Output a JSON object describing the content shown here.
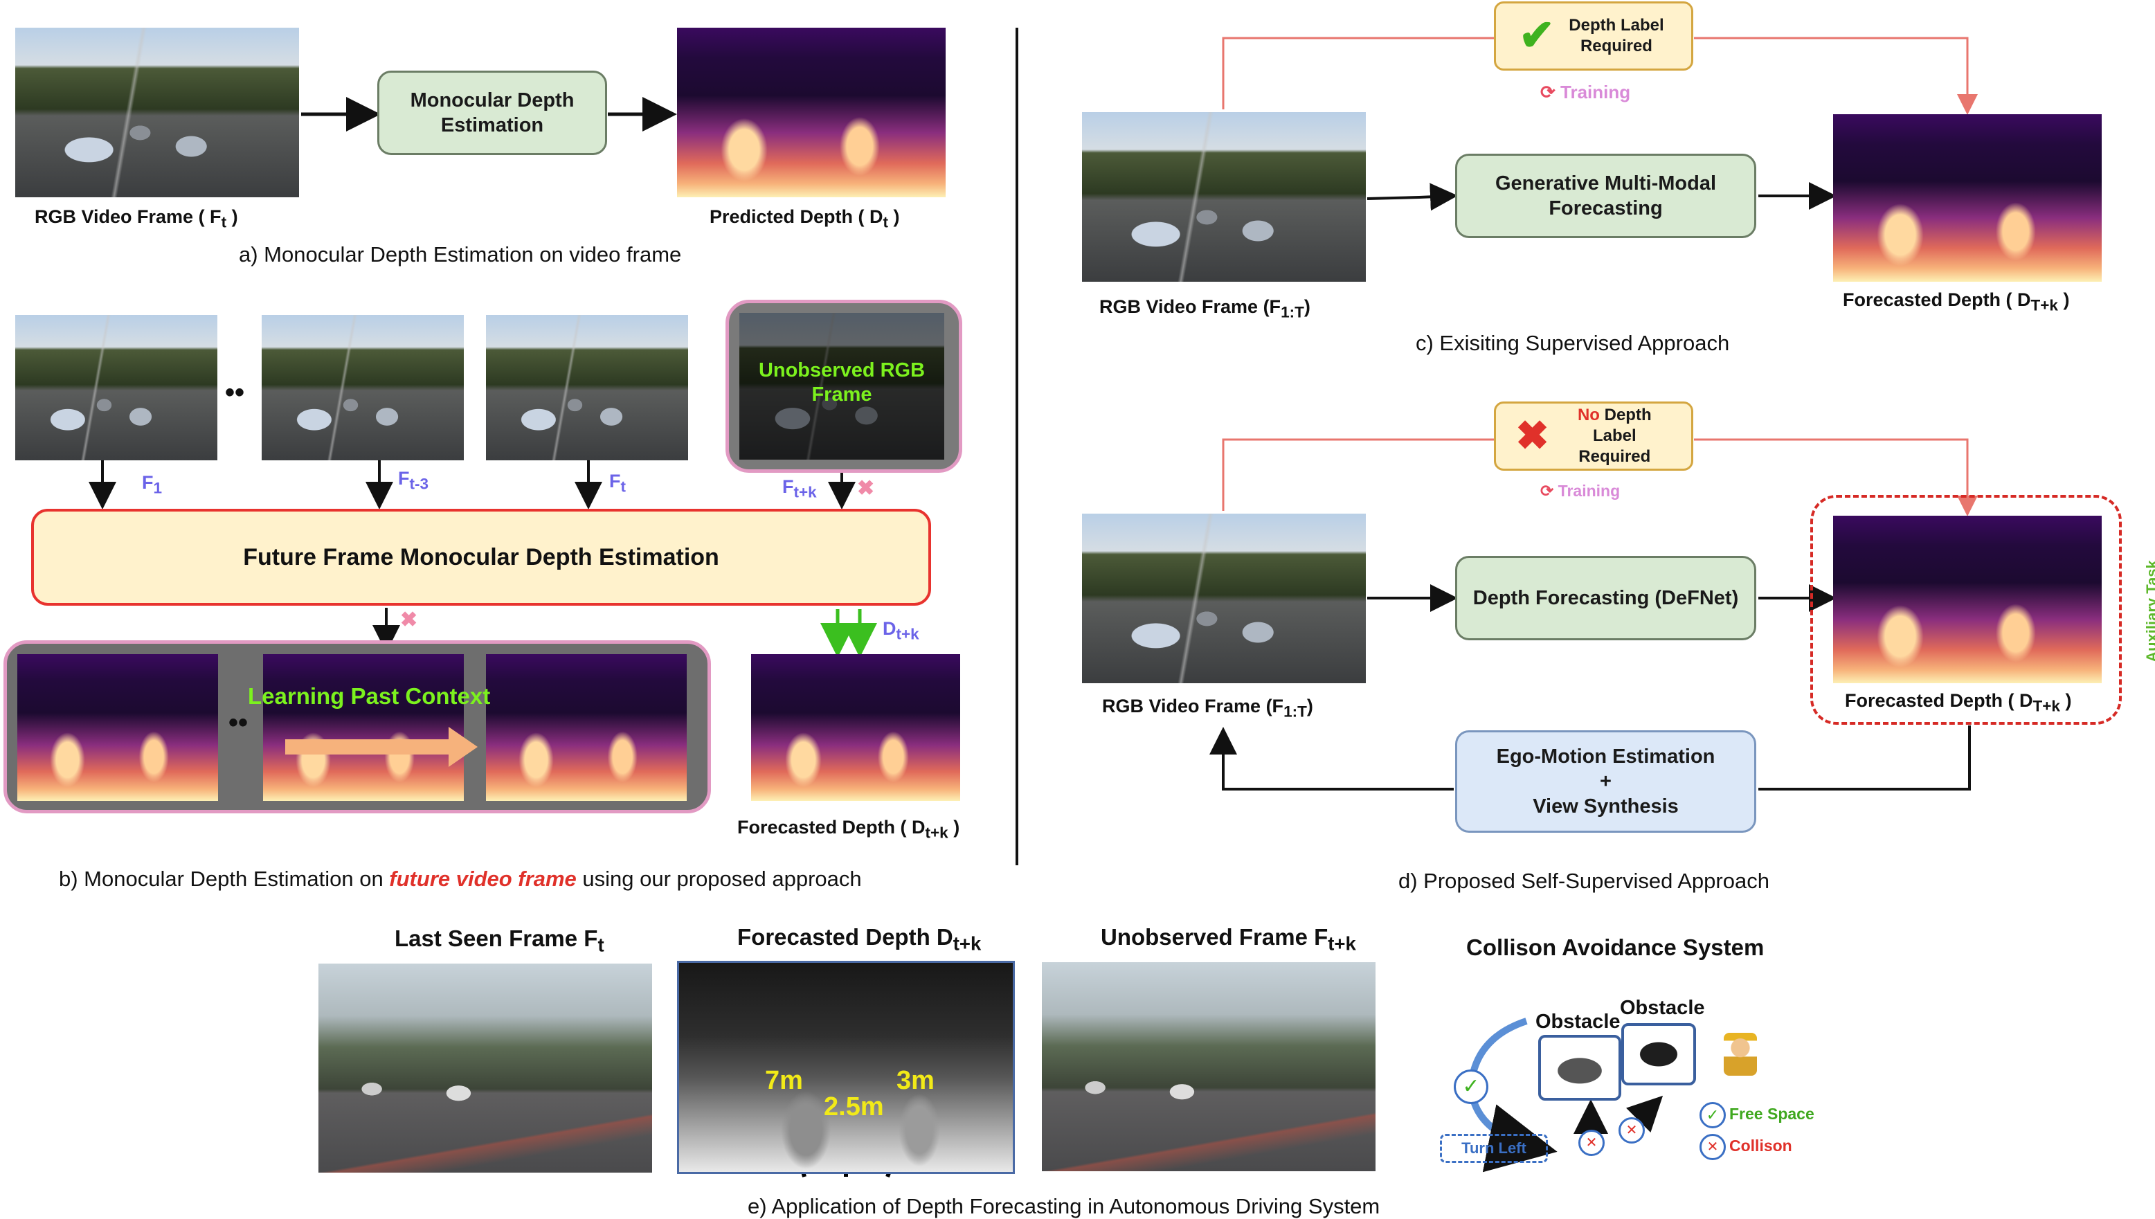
{
  "panel_a": {
    "caption": "a)  Monocular Depth Estimation on video frame",
    "rgb_label": "RGB Video Frame ( F",
    "rgb_sub": "t",
    "rgb_end": ")",
    "box": "Monocular Depth Estimation",
    "depth_label": "Predicted Depth ( D",
    "depth_sub": "t",
    "depth_end": ")"
  },
  "panel_b": {
    "caption_pre": "b)  Monocular Depth Estimation on ",
    "caption_em": "future video frame",
    "caption_post": " using our proposed approach",
    "f1": "F",
    "f1_sub": "1",
    "ft3": "F",
    "ft3_sub": "t-3",
    "ft": "F",
    "ft_sub": "t",
    "ftk": "F",
    "ftk_sub": "t+k",
    "unobserved": "Unobserved RGB Frame",
    "dots": "••",
    "main_box": "Future Frame Monocular Depth Estimation",
    "context": "Learning Past Context",
    "dtk": "D",
    "dtk_sub": "t+k",
    "forecast_label": "Forecasted Depth ( D",
    "forecast_sub": "t+k",
    "forecast_end": ")",
    "cross": "✖"
  },
  "panel_c": {
    "caption": "c)  Exisiting Supervised Approach",
    "label_box": "Depth Label Required",
    "training": "Training",
    "box": "Generative Multi-Modal Forecasting",
    "rgb_label": "RGB Video Frame (F",
    "rgb_sub": "1:T",
    "rgb_end": ")",
    "out_label": "Forecasted Depth ( D",
    "out_sub": "T+k",
    "out_end": ")"
  },
  "panel_d": {
    "caption": "d)  Proposed Self-Supervised Approach",
    "label_no": "No",
    "label_box": "Depth Label Required",
    "training": "Training",
    "box": "Depth Forecasting (DeFNet)",
    "rgb_label": "RGB Video Frame (F",
    "rgb_sub": "1:T",
    "rgb_end": ")",
    "out_label": "Forecasted Depth ( D",
    "out_sub": "T+k",
    "out_end": ")",
    "aux": "Auxiliary Task",
    "ego_line1": "Ego-Motion Estimation",
    "ego_line2": "+",
    "ego_line3": "View Synthesis"
  },
  "panel_e": {
    "caption": "e)  Application of Depth Forecasting in Autonomous Driving System",
    "last_seen": "Last Seen Frame F",
    "last_seen_sub": "t",
    "forecasted": "Forecasted Depth D",
    "forecasted_sub": "t+k",
    "unobserved": "Unobserved Frame F",
    "unobserved_sub": "t+k",
    "collision_title": "Collison Avoidance System",
    "d1": "7m",
    "d2": "2.5m",
    "d3": "3m",
    "obstacle1": "Obstacle",
    "obstacle2": "Obstacle",
    "turn_left": "Turn Left",
    "free_space": "Free Space",
    "collison": "Collison"
  },
  "colors": {
    "accent_red": "#e0312a",
    "purple": "#6b63e8",
    "green_arrow": "#3bbf1f",
    "feedback_line": "#e8766e",
    "lime_text": "#7cf21e",
    "yellow_text": "#f2ea18"
  }
}
